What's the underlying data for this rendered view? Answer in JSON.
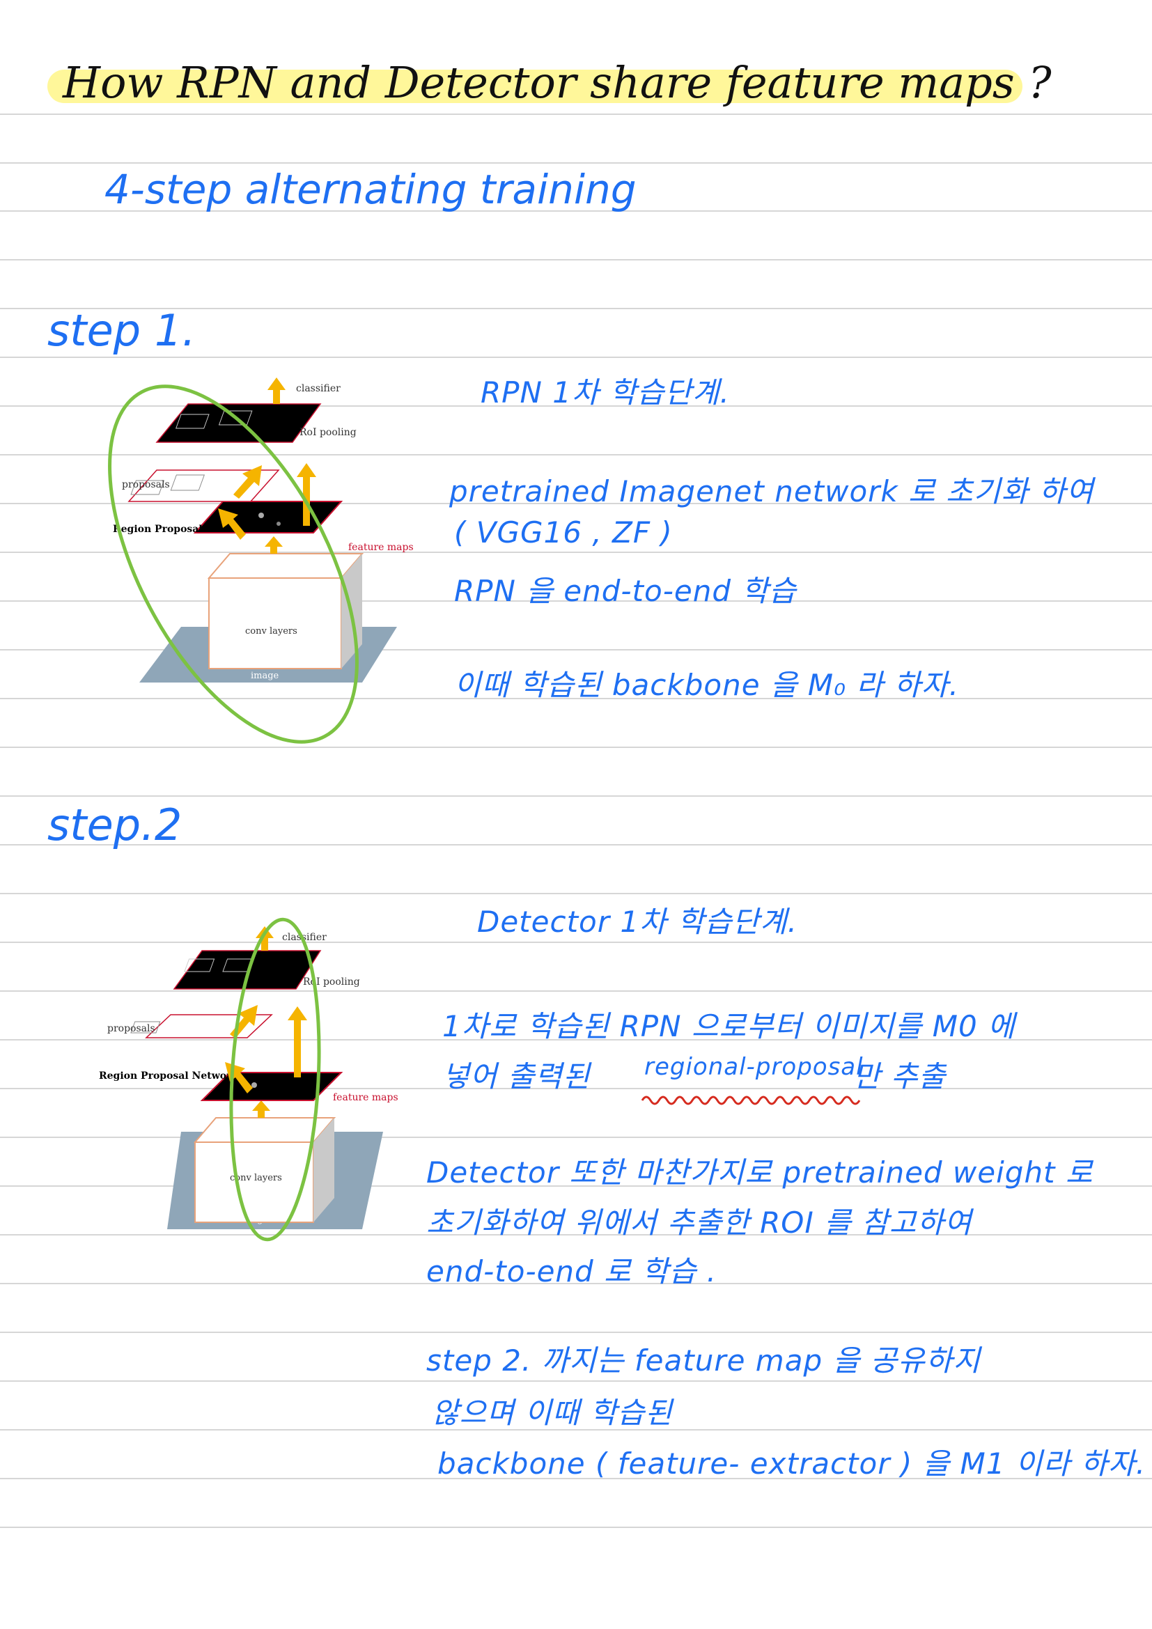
{
  "title": "How RPN and Detector share feature maps ?",
  "subtitle": "4-step alternating training",
  "step1": {
    "heading": "step 1.",
    "lines": [
      "RPN 1차 학습단계.",
      "pretrained Imagenet network 로 초기화 하여",
      "( VGG16 , ZF )",
      "RPN 을 end-to-end 학습",
      "이때 학습된 backbone 을 M₀ 라 하자."
    ]
  },
  "step2": {
    "heading": "step.2",
    "lines": [
      "Detector 1차 학습단계.",
      "1차로 학습된 RPN 으로부터 이미지를 M0 에",
      "넣어 출력된",
      "regional-proposal",
      "만 추출",
      "Detector 또한 마찬가지로 pretrained weight 로",
      "초기화하여 위에서 추출한 ROI 를 참고하여",
      "end-to-end 로 학습 .",
      "step 2. 까지는 feature map 을 공유하지",
      "않으며 이때 학습된",
      "backbone ( feature- extractor ) 을 M1 이라 하자."
    ]
  },
  "diagram": {
    "classifier": "classifier",
    "roi_pooling": "RoI pooling",
    "proposals": "proposals",
    "rpn": "Region Proposal Network",
    "feature_maps": "feature maps",
    "conv_layers": "conv layers",
    "image": "image"
  },
  "colors": {
    "ink_blue": "#1e6ff2",
    "highlight": "#fff79a",
    "circle_green": "#7cc242",
    "arrow_gold": "#f5b400",
    "squiggle_red": "#d62b1f"
  }
}
